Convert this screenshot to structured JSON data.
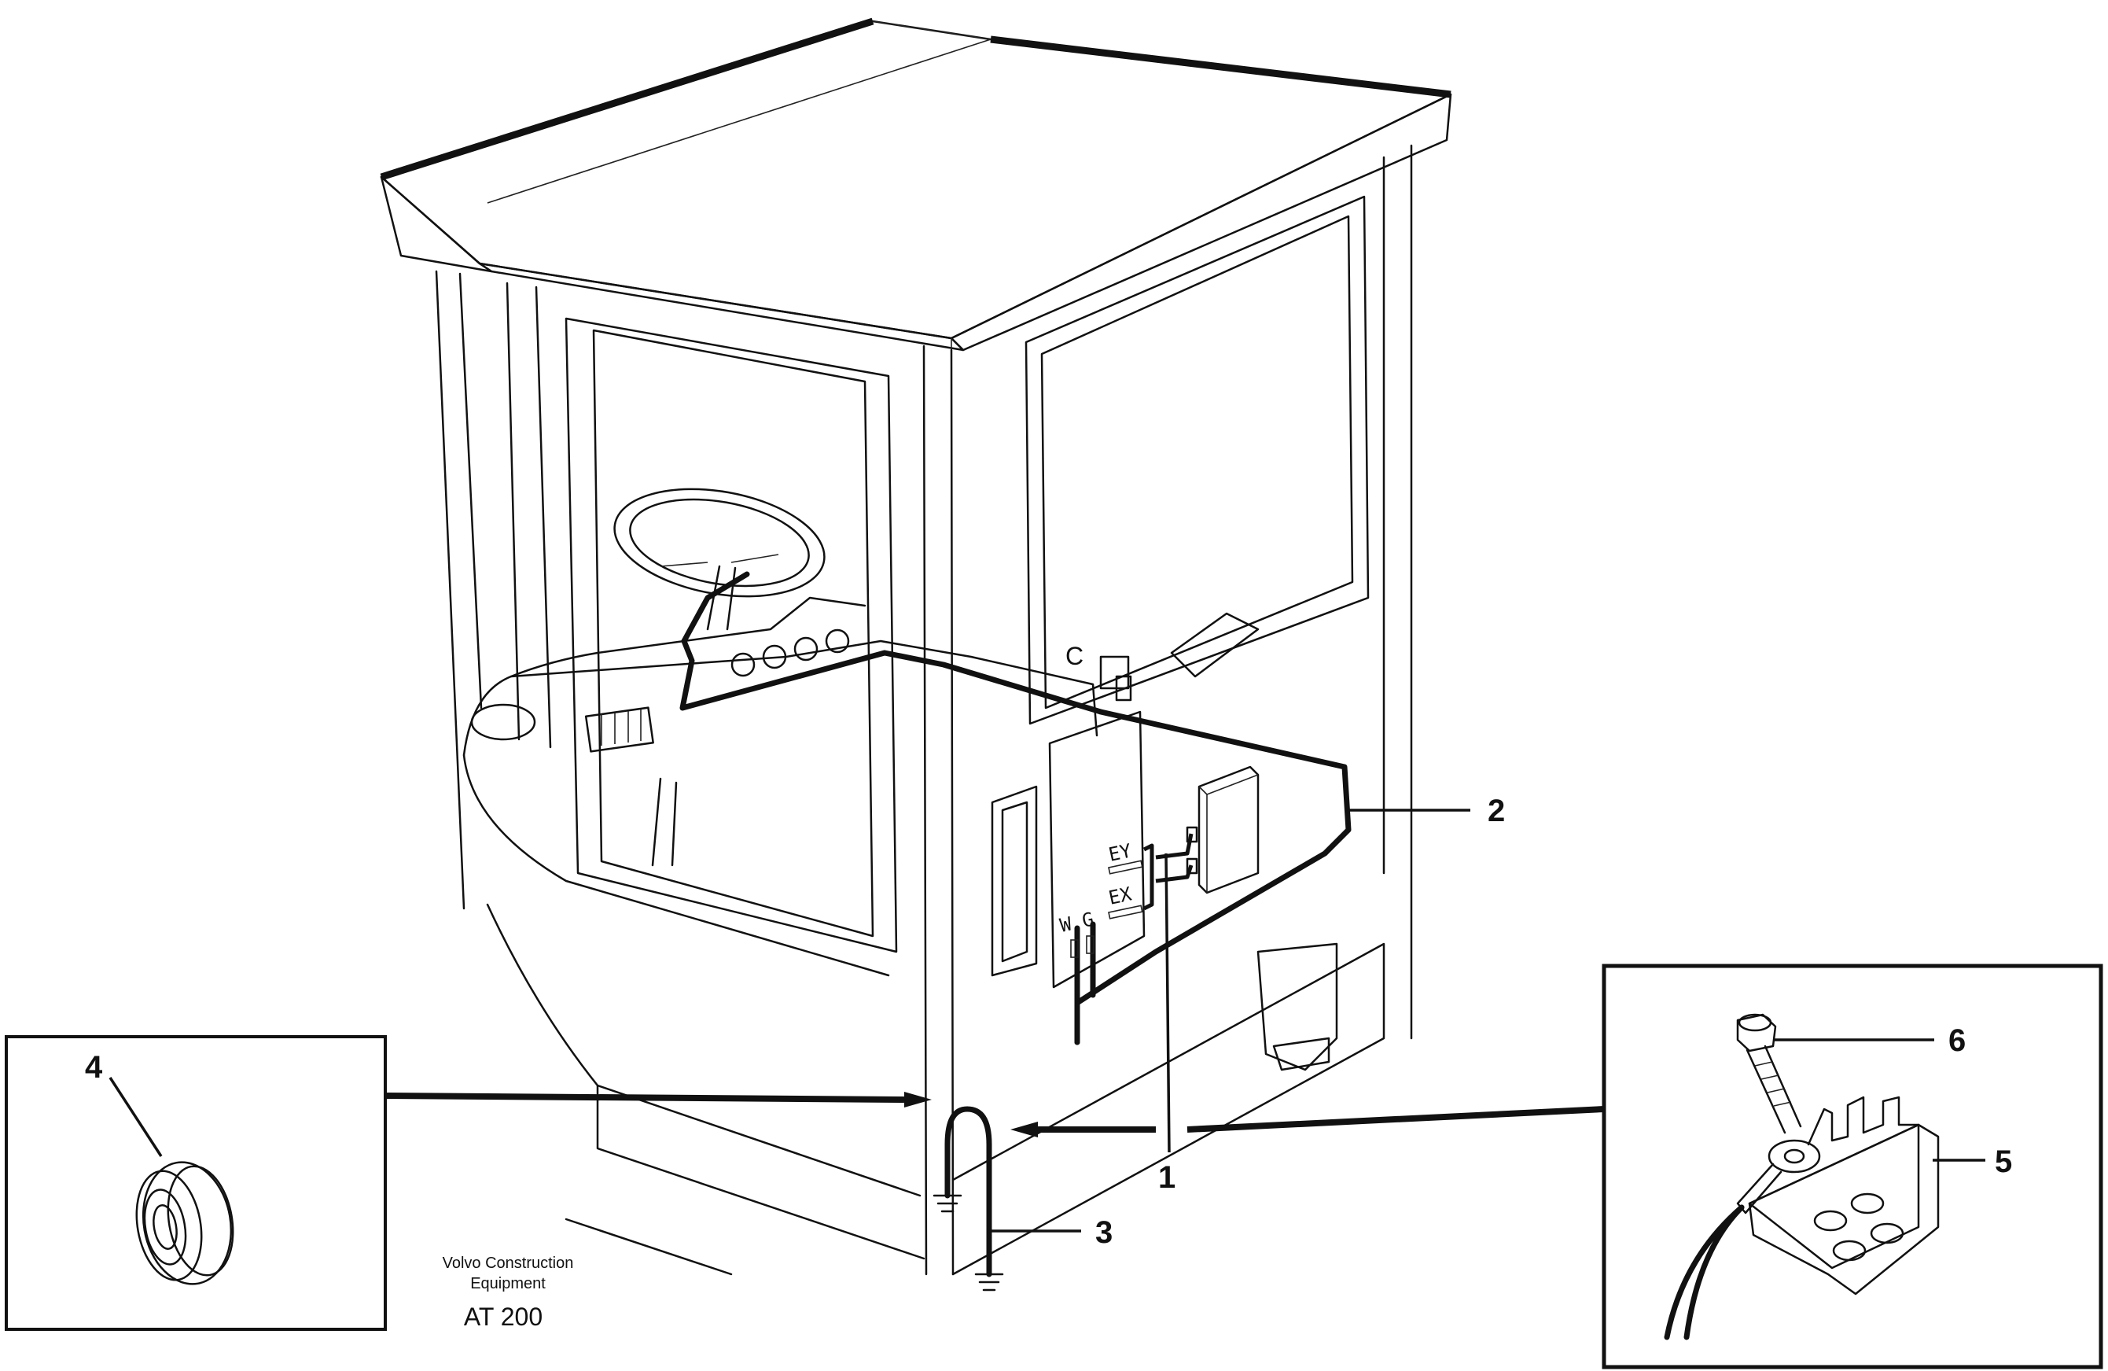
{
  "callouts": [
    "1",
    "2",
    "3",
    "4",
    "5",
    "6"
  ],
  "terminals": {
    "ey": "EY",
    "ex": "EX",
    "wg": "W G"
  },
  "footer": {
    "maker_line1": "Volvo Construction",
    "maker_line2": "Equipment",
    "code": "AT 200"
  }
}
